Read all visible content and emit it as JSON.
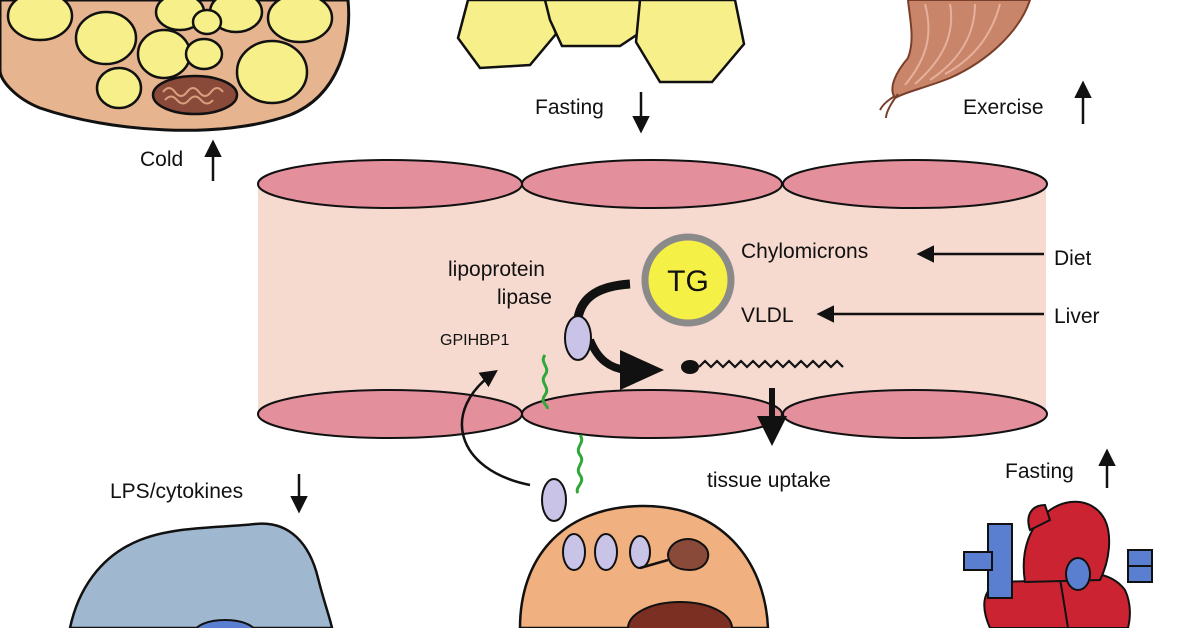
{
  "colors": {
    "vessel_wall": "#f6d9cf",
    "endothelial_cell": "#e3909c",
    "fat_droplet": "#f7f08a",
    "brown_adipose_tissue": "#e6b48f",
    "tg_particle": "#f5f046",
    "tg_ring": "#8a8a8a",
    "lipase_protein": "#c9c3e8",
    "gpihbp1_chain": "#2fa83a",
    "macrophage": "#9fb8cf",
    "cardiomyocyte_cell": "#f1b07f",
    "heart_red": "#cc2333",
    "heart_blue": "#5b7fd0",
    "muscle": "#c8856a"
  },
  "labels": {
    "cold": "Cold",
    "fasting_top": "Fasting",
    "exercise": "Exercise",
    "lps_cytokines": "LPS/cytokines",
    "fasting_bottom": "Fasting",
    "tg": "TG",
    "lipoprotein": "lipoprotein",
    "lipase": "lipase",
    "gpihbp1": "GPIHBP1",
    "chylomicrons": "Chylomicrons",
    "vldl": "VLDL",
    "diet": "Diet",
    "liver": "Liver",
    "tissue_uptake": "tissue uptake"
  },
  "regulation": {
    "cold": "up",
    "fasting_white_adipose": "down",
    "exercise": "up",
    "lps_cytokines": "down",
    "fasting_heart": "up"
  },
  "icons": [
    "up-arrow-icon",
    "down-arrow-icon",
    "left-arrow-icon",
    "curved-arrow-icon"
  ]
}
